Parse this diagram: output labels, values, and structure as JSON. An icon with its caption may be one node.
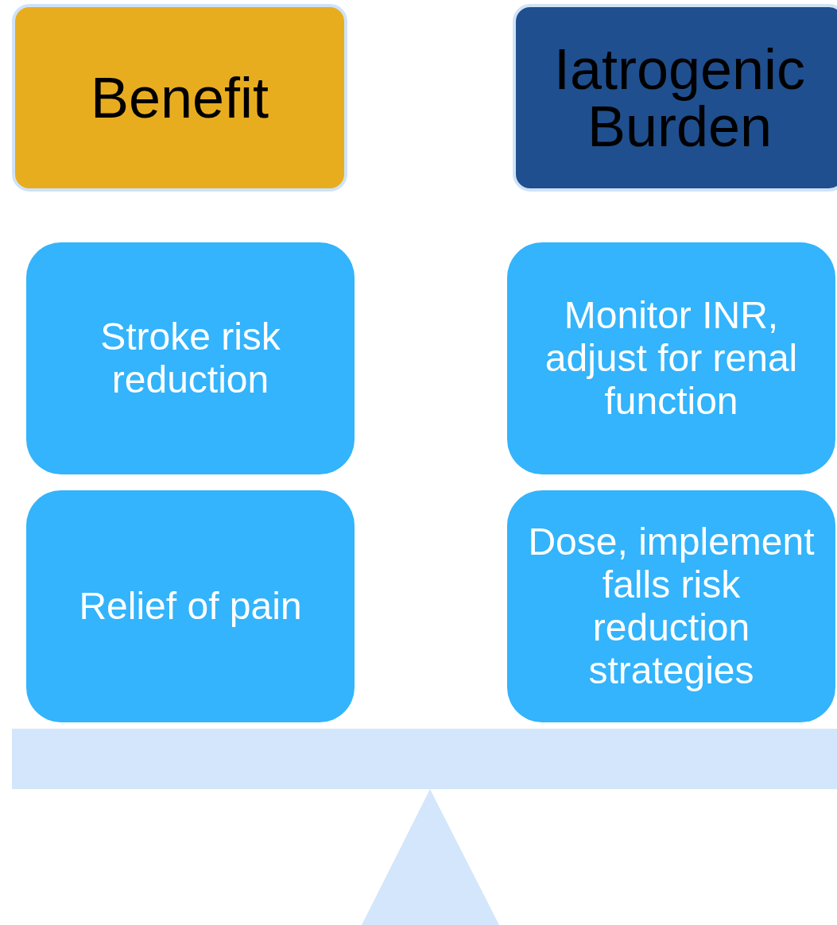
{
  "diagram": {
    "nodes": [
      {
        "text": [
          "Benefit"
        ]
      },
      {
        "text": [
          "Iatrogenic Burden"
        ]
      },
      {
        "text": [
          "Stroke risk reduction"
        ]
      },
      {
        "text": [
          "Monitor INR, adjust for renal function"
        ]
      },
      {
        "text": [
          "Relief of pain"
        ]
      },
      {
        "text": [
          "Dose, implement falls risk reduction strategies"
        ]
      }
    ]
  }
}
